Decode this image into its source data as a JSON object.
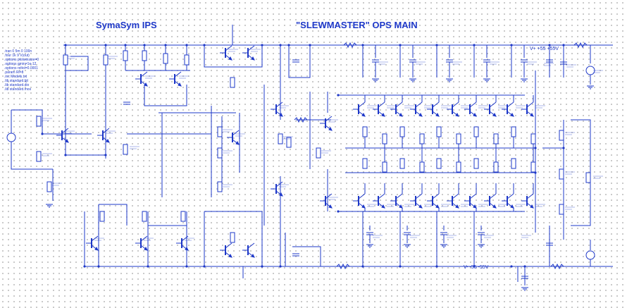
{
  "titles": {
    "ips": "SymaSym IPS",
    "main": "\"SLEWMASTER\" OPS MAIN"
  },
  "rails": {
    "positive": "V+ +55 +55V",
    "negative": "V- -55 -55V"
  },
  "directives": [
    ".tran 0 5m 0 100n",
    ".four 1k 9 V(out)",
    ".options plotwinsize=0",
    ".options gmin=1e-12",
    ".options reltol=0.0001",
    ".param Rl=8",
    ".inc Models.txt",
    ".lib standard.bjt",
    ".lib standard.dio",
    ".lib standard.mos"
  ],
  "colors": {
    "wire": "#1e38c8",
    "component": "#1e38c8",
    "grid_dot": "#b8b8b8",
    "background": "#ffffff"
  }
}
